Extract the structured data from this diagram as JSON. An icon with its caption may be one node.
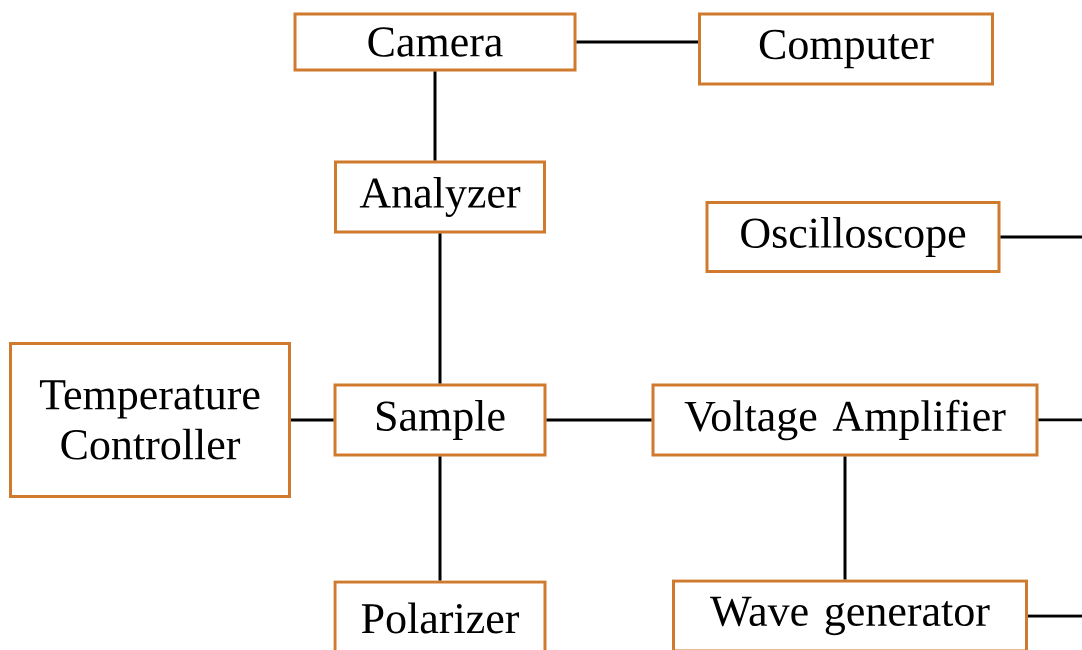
{
  "diagram": {
    "nodes": [
      {
        "text": [
          "Camera"
        ]
      },
      {
        "text": [
          "Computer"
        ]
      },
      {
        "text": [
          "Analyzer"
        ]
      },
      {
        "text": [
          "Oscilloscope"
        ]
      },
      {
        "text": [
          "Temperature Controller"
        ]
      },
      {
        "text": [
          "Sample"
        ]
      },
      {
        "text": [
          "Voltage Amplifier"
        ]
      },
      {
        "text": [
          "Polarizer"
        ]
      },
      {
        "text": [
          "Wave generator"
        ]
      }
    ],
    "edges": [
      {
        "from": 0,
        "to": 1,
        "arrow": "none"
      },
      {
        "from": 0,
        "to": 2,
        "arrow": "none"
      },
      {
        "from": 2,
        "to": 5,
        "arrow": "none"
      },
      {
        "from": 4,
        "to": 5,
        "arrow": "none"
      },
      {
        "from": 5,
        "to": 6,
        "arrow": "none"
      },
      {
        "from": 5,
        "to": 7,
        "arrow": "none"
      },
      {
        "from": 6,
        "to": 8,
        "arrow": "none"
      },
      {
        "from": 3,
        "to": null,
        "arrow": "none"
      },
      {
        "from": 6,
        "to": null,
        "arrow": "none"
      },
      {
        "from": 8,
        "to": null,
        "arrow": "none"
      }
    ]
  }
}
